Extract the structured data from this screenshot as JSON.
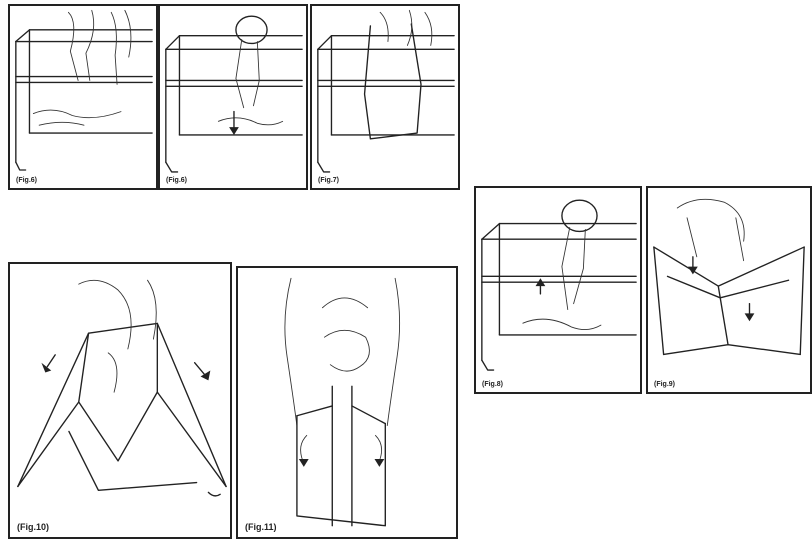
{
  "figures": [
    {
      "id": "fig6a",
      "caption": "(Fig.6)"
    },
    {
      "id": "fig6b",
      "caption": "(Fig.6)"
    },
    {
      "id": "fig7",
      "caption": "(Fig.7)"
    },
    {
      "id": "fig8",
      "caption": "(Fig.8)"
    },
    {
      "id": "fig9",
      "caption": "(Fig.9)"
    },
    {
      "id": "fig10",
      "caption": "(Fig.10)"
    },
    {
      "id": "fig11",
      "caption": "(Fig.11)"
    }
  ],
  "colors": {
    "ink": "#222222",
    "paper": "#ffffff"
  },
  "illustrations": [
    "hands-reaching-into-playard",
    "pulling-mattress-center-down",
    "lifting-mattress-out",
    "pushing-center-up",
    "pressing-top-rails-down",
    "folding-legs-together",
    "wrapping-mattress-around-frame"
  ]
}
